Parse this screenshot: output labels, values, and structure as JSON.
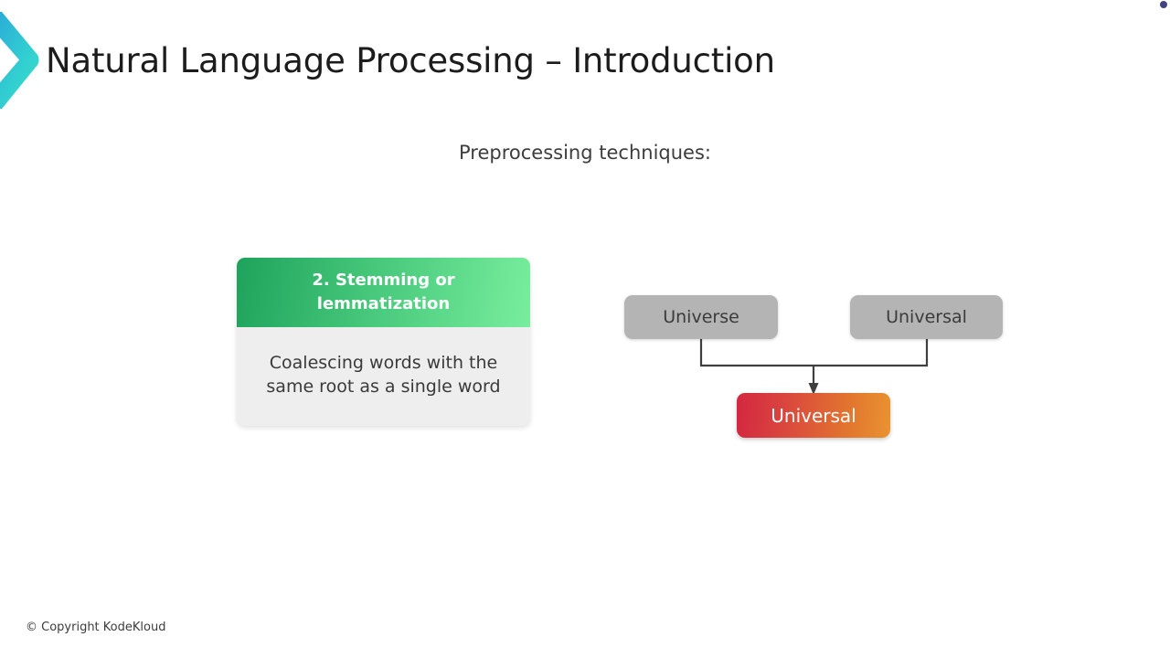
{
  "slide": {
    "title": "Natural Language Processing – Introduction",
    "subtitle": "Preprocessing techniques:",
    "background_color": "#ffffff"
  },
  "logo": {
    "icon": "chevron-logo-icon",
    "gradient_from": "#2aa7d8",
    "gradient_to": "#3ae3c4"
  },
  "corner_dot": {
    "color": "#414281"
  },
  "card": {
    "header_title": "2. Stemming or lemmatization",
    "body_text": "Coalescing words with the same root as a single word",
    "header_gradient_from": "#1ea35c",
    "header_gradient_to": "#78ee9d",
    "body_color": "#eeeeee"
  },
  "diagram": {
    "source_nodes": [
      {
        "label": "Universe"
      },
      {
        "label": "Universal"
      }
    ],
    "result_node": {
      "label": "Universal",
      "gradient_from": "#d32740",
      "gradient_to": "#e99330"
    },
    "node_color": "#b4b4b4",
    "connector_color": "#3f3f3f"
  },
  "footer": {
    "copyright": "© Copyright KodeKloud"
  }
}
